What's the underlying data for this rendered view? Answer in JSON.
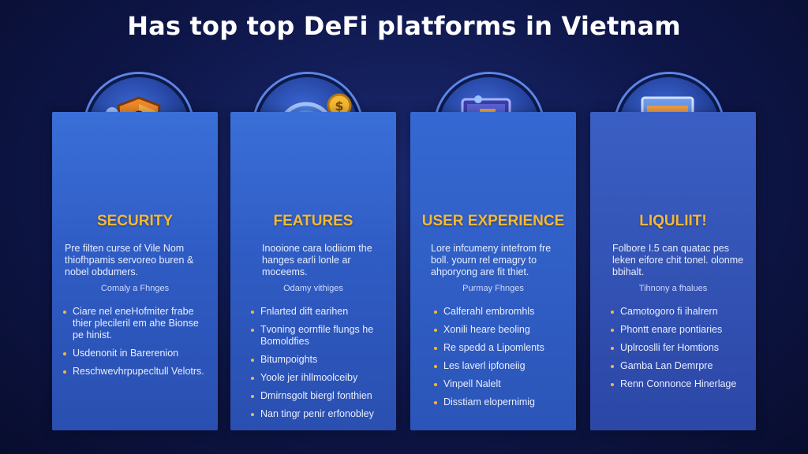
{
  "title": "Has top top DeFi platforms in Vietnam",
  "cards": [
    {
      "title": "SECURITY",
      "body": "Pre filten curse of Vile Nom thiofhpamis servoreo buren & nobel obdumers.",
      "subheading": "Comaly a Fhnges",
      "items": [
        "Ciare nel eneHofmiter frabe thier plecileril em ahe Bionse pe hinist.",
        "Usdenonit in Barerenion",
        "Reschwevhrpupecltull Velotrs."
      ]
    },
    {
      "title": "FEATURES",
      "body": "Inooione cara lodiiom the hanges earli lonle ar moceems.",
      "subheading": "Odamy vithiges",
      "items": [
        "Fnlarted dift earihen",
        "Tvoning eornfile flungs he Bomoldfies",
        "Bitumpoights",
        "Yoole jer ihllmoolceiby",
        "Dmirnsgolt biergl fonthien",
        "Nan tingr penir erfonobley"
      ]
    },
    {
      "title": "USER EXPERIENCE",
      "body": "Lore infcumeny intefrom fre boll. yourn rel emagry to ahporyong are fit thiet.",
      "subheading": "Purmay Fhnges",
      "items": [
        "Calferahl embromhls",
        "Xonili heare beoling",
        "Re spedd a Lipomlents",
        "Les laverl ipfoneiig",
        "Vinpell Nalelt",
        "Disstiam elopernimig"
      ]
    },
    {
      "title": "LIQULIIT!",
      "body": "Folbore I.5 can quatac pes leken eifore chit tonel. olonme bbihalt.",
      "subheading": "Tihnony a fhalues",
      "items": [
        "Camotogoro fi ihalrern",
        "Phontt enare pontiaries",
        "Uplrcoslli fer Homtions",
        "Gamba Lan Demrpre",
        "Renn Connonce Hinerlage"
      ]
    }
  ],
  "icons": [
    "shield-lock-icon",
    "checkmark-coin-icon",
    "laptop-device-icon",
    "chart-dollar-icon"
  ],
  "colors": {
    "accent": "#f5b936",
    "card": "#3a6fd8",
    "background": "#0e1648"
  }
}
